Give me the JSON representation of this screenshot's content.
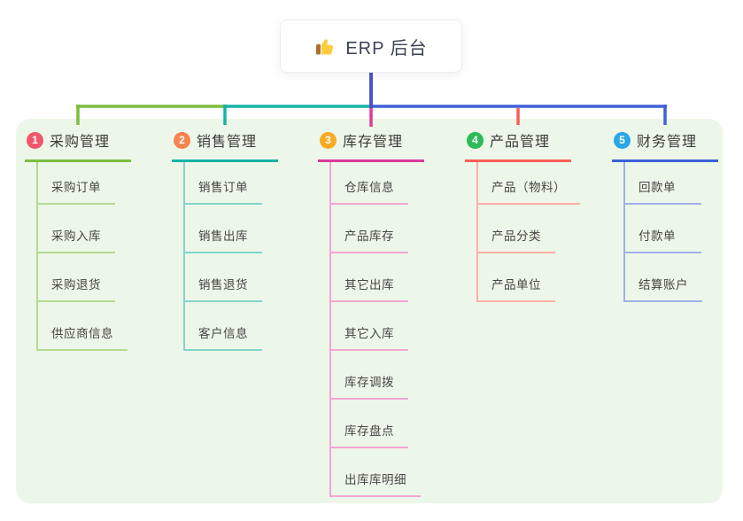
{
  "root": {
    "label": "ERP 后台",
    "icon": "thumbs-up-icon",
    "card_background": "#ffffff",
    "connector_color": "#4c55c3"
  },
  "panel": {
    "background": "#edf7e9"
  },
  "branches": [
    {
      "index": "1",
      "label": "采购管理",
      "badge_color": "#f0566c",
      "line_color": "#7cbd3f",
      "child_line_color": "#b5da92",
      "children": [
        "采购订单",
        "采购入库",
        "采购退货",
        "供应商信息"
      ]
    },
    {
      "index": "2",
      "label": "销售管理",
      "badge_color": "#f7834e",
      "line_color": "#17b3a6",
      "child_line_color": "#84d5cc",
      "children": [
        "销售订单",
        "销售出库",
        "销售退货",
        "客户信息"
      ]
    },
    {
      "index": "3",
      "label": "库存管理",
      "badge_color": "#fbaa28",
      "line_color": "#dc3a9a",
      "child_line_color": "#f2a6d2",
      "children": [
        "仓库信息",
        "产品库存",
        "其它出库",
        "其它入库",
        "库存调拨",
        "库存盘点",
        "出库库明细"
      ]
    },
    {
      "index": "4",
      "label": "产品管理",
      "badge_color": "#2eba57",
      "line_color": "#f85e57",
      "child_line_color": "#fcafa7",
      "children": [
        "产品（物料）",
        "产品分类",
        "产品单位"
      ]
    },
    {
      "index": "5",
      "label": "财务管理",
      "badge_color": "#2aa7e8",
      "line_color": "#3e61d6",
      "child_line_color": "#9fb0e8",
      "children": [
        "回款单",
        "付款单",
        "结算账户"
      ]
    }
  ]
}
